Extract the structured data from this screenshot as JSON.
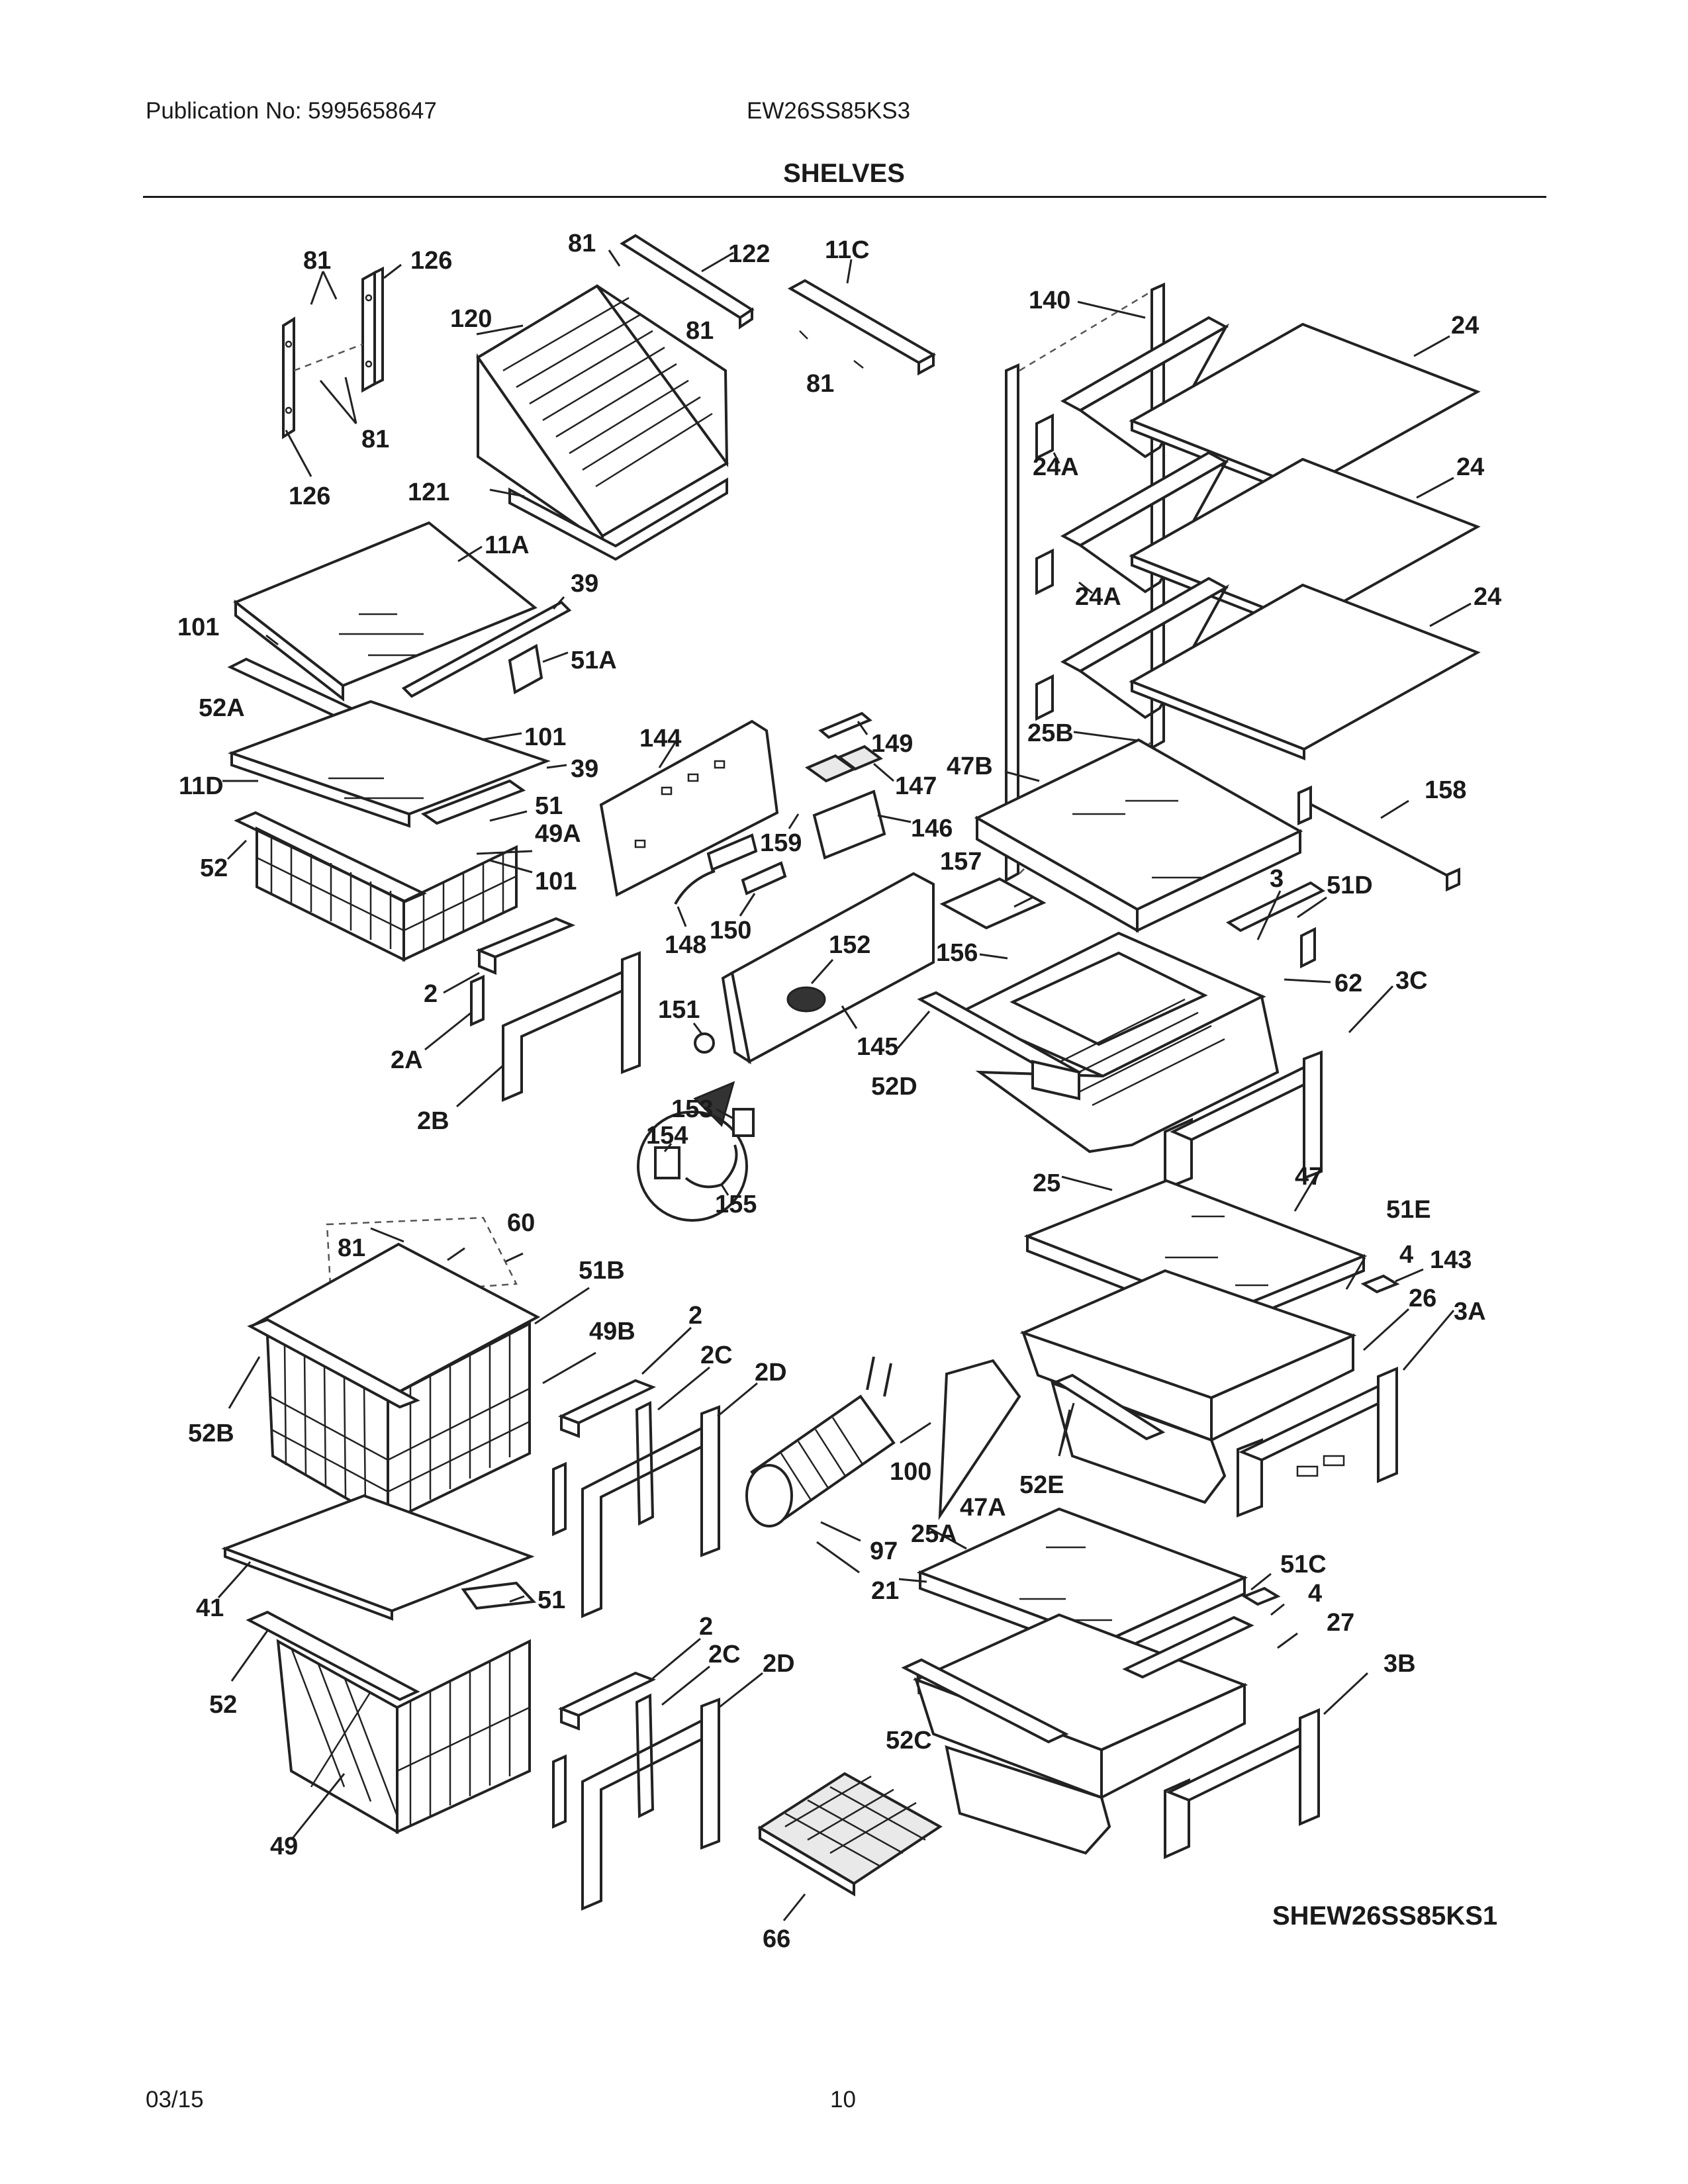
{
  "header": {
    "publication": "Publication No: 5995658647",
    "model": "EW26SS85KS3",
    "section_title": "SHELVES"
  },
  "diagram": {
    "code": "SHEW26SS85KS1",
    "labels": {
      "l81a": "81",
      "l126a": "126",
      "l81b": "81",
      "l126b": "126",
      "l81c": "81",
      "l122": "122",
      "l81d": "81",
      "l11c": "11C",
      "l81e": "81",
      "l120": "120",
      "l121": "121",
      "l140": "140",
      "l24a": "24",
      "l24aA": "24A",
      "l24b": "24",
      "l24aB": "24A",
      "l24c": "24",
      "l25b": "25B",
      "l11a": "11A",
      "l39a": "39",
      "l101a": "101",
      "l51a": "51A",
      "l52a": "52A",
      "l101b": "101",
      "l39b": "39",
      "l11d": "11D",
      "l51": "51",
      "l49a": "49A",
      "l52": "52",
      "l101c": "101",
      "l2": "2",
      "l2a": "2A",
      "l2b": "2B",
      "l144": "144",
      "l149": "149",
      "l147": "147",
      "l146": "146",
      "l159": "159",
      "l150": "150",
      "l148": "148",
      "l152": "152",
      "l151": "151",
      "l145": "145",
      "l153": "153",
      "l154": "154",
      "l155": "155",
      "l47b": "47B",
      "l157": "157",
      "l158": "158",
      "l3": "3",
      "l51d": "51D",
      "l156": "156",
      "l62": "62",
      "l3c": "3C",
      "l52d": "52D",
      "l25": "25",
      "l47": "47",
      "l51e": "51E",
      "l4a": "4",
      "l143": "143",
      "l26": "26",
      "l3a": "3A",
      "l100": "100",
      "l52e": "52E",
      "l47a": "47A",
      "l25a": "25A",
      "l97": "97",
      "l21": "21",
      "l51c": "51C",
      "l4b": "4",
      "l27": "27",
      "l3b": "3B",
      "l52c": "52C",
      "l81f": "81",
      "l60": "60",
      "l51b": "51B",
      "l49b": "49B",
      "l52b": "52B",
      "l2b2": "2",
      "l2c": "2C",
      "l2d": "2D",
      "l41": "41",
      "l51f": "51",
      "l52f": "52",
      "l49": "49",
      "l2c3": "2",
      "l2cb": "2C",
      "l2db": "2D",
      "l66": "66"
    }
  },
  "footer": {
    "date": "03/15",
    "page": "10"
  }
}
